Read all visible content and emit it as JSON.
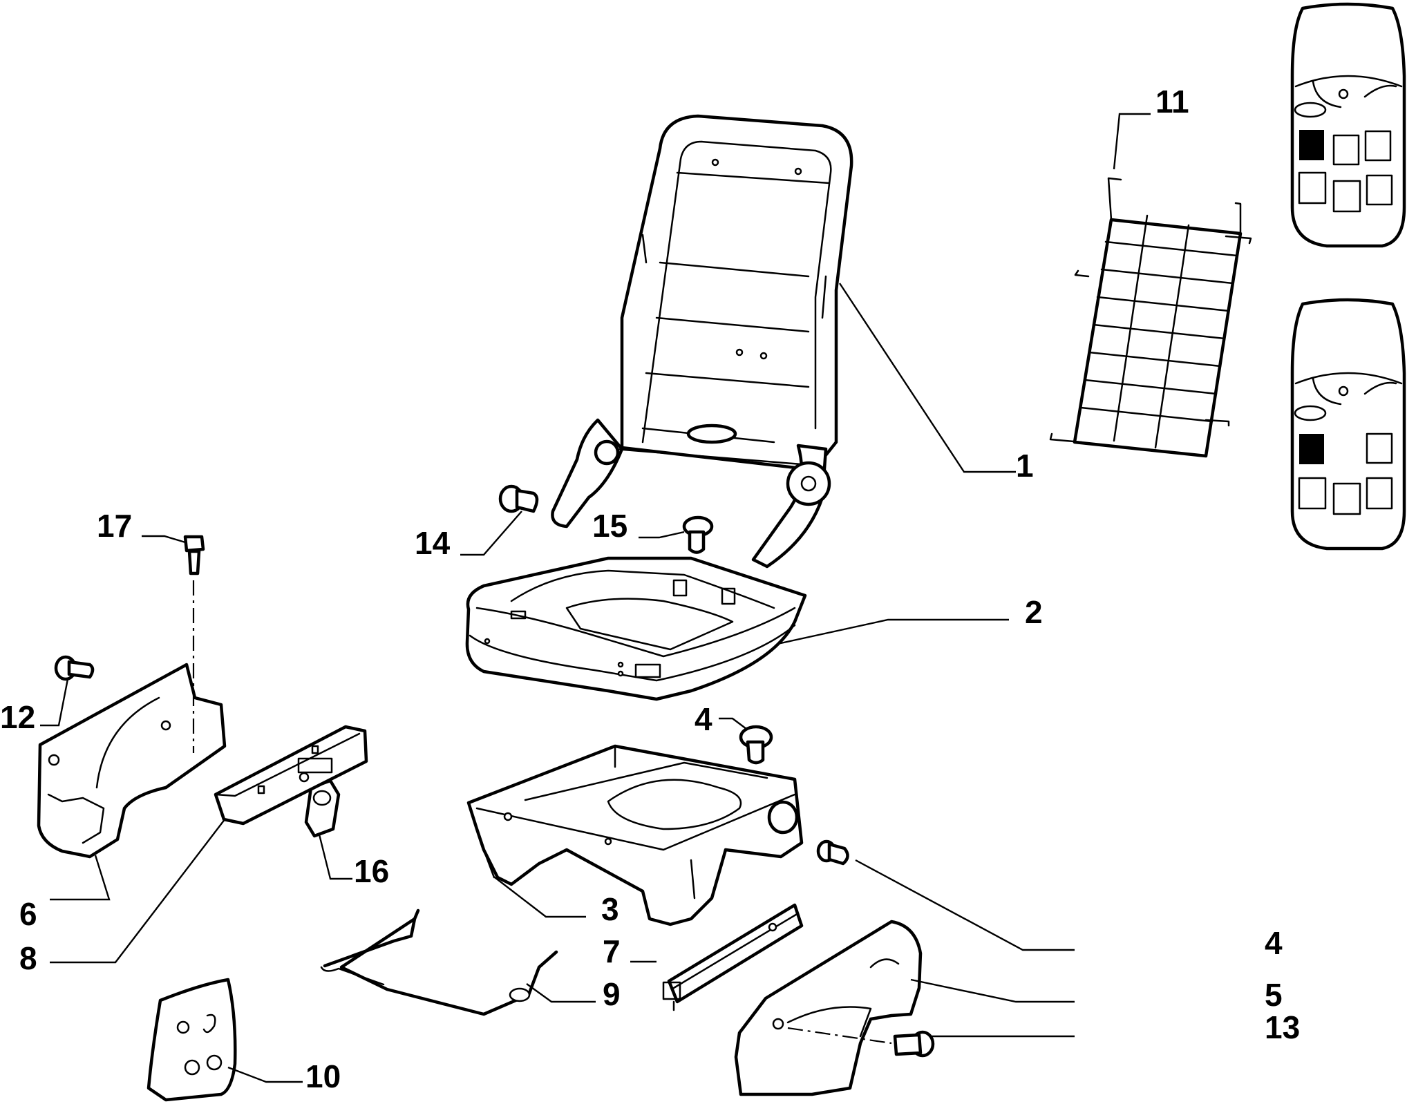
{
  "diagram": {
    "callouts": [
      {
        "id": "1",
        "label": "1"
      },
      {
        "id": "2",
        "label": "2"
      },
      {
        "id": "3",
        "label": "3"
      },
      {
        "id": "4a",
        "label": "4"
      },
      {
        "id": "4b",
        "label": "4"
      },
      {
        "id": "5",
        "label": "5"
      },
      {
        "id": "6",
        "label": "6"
      },
      {
        "id": "7",
        "label": "7"
      },
      {
        "id": "8",
        "label": "8"
      },
      {
        "id": "9",
        "label": "9"
      },
      {
        "id": "10",
        "label": "10"
      },
      {
        "id": "11",
        "label": "11"
      },
      {
        "id": "12",
        "label": "12"
      },
      {
        "id": "13",
        "label": "13"
      },
      {
        "id": "14",
        "label": "14"
      },
      {
        "id": "15",
        "label": "15"
      },
      {
        "id": "16",
        "label": "16"
      },
      {
        "id": "17",
        "label": "17"
      }
    ],
    "colors": {
      "ink": "#000000",
      "paper": "#ffffff",
      "highlight": "#000000"
    }
  }
}
